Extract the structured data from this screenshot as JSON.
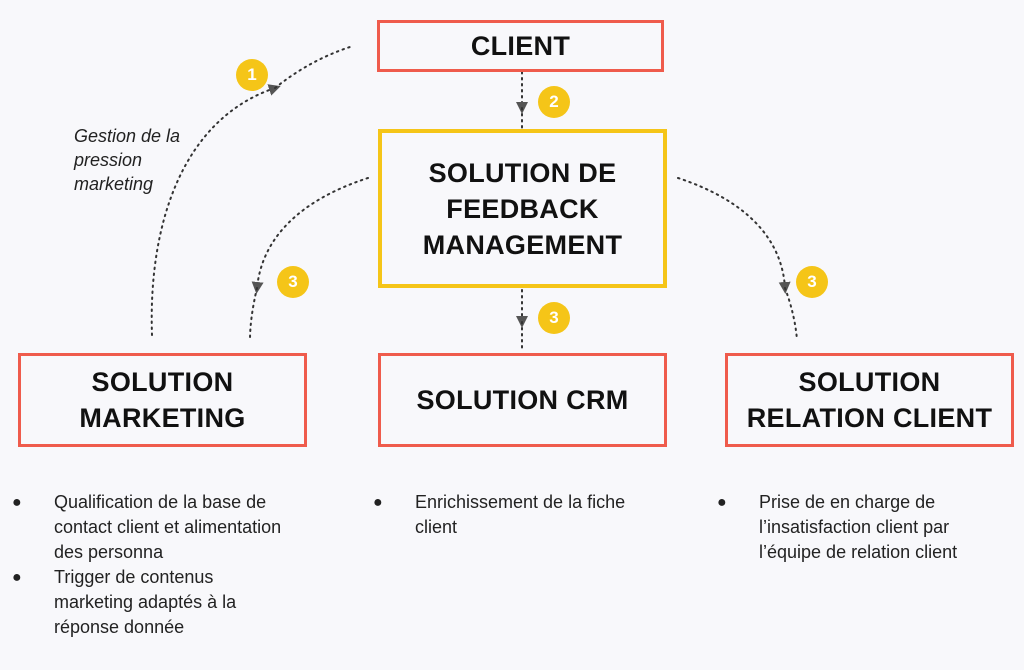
{
  "boxes": {
    "client": "CLIENT",
    "feedback": "SOLUTION DE\nFEEDBACK\nMANAGEMENT",
    "marketing": "SOLUTION\nMARKETING",
    "crm": "SOLUTION CRM",
    "relation": "SOLUTION\nRELATION CLIENT"
  },
  "badges": {
    "b1": "1",
    "b2": "2",
    "b3_left": "3",
    "b3_center": "3",
    "b3_right": "3"
  },
  "note": "Gestion de la\npression\nmarketing",
  "bullets": {
    "marketing": [
      "Qualification de la base de\ncontact client et alimentation\ndes personna",
      "Trigger de contenus\nmarketing adaptés à la\nréponse donnée"
    ],
    "crm": [
      "Enrichissement de la fiche\nclient"
    ],
    "relation": [
      "Prise de en charge de\nl’insatisfaction client par\nl’équipe de relation client"
    ]
  },
  "bullet_symbol": "●",
  "colors": {
    "red_border": "#ef5b4c",
    "yellow": "#f5c518",
    "background": "#f8f8fb"
  }
}
